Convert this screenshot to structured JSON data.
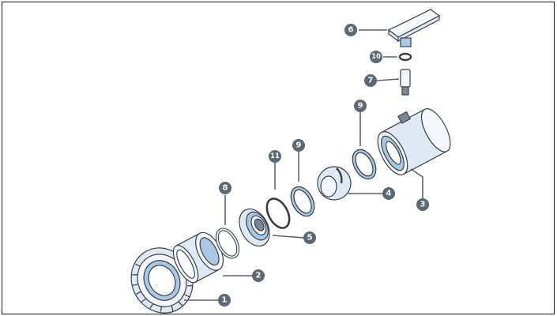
{
  "diagram": {
    "callouts": [
      {
        "id": "callout-1",
        "label": "1"
      },
      {
        "id": "callout-2",
        "label": "2"
      },
      {
        "id": "callout-3",
        "label": "3"
      },
      {
        "id": "callout-4",
        "label": "4"
      },
      {
        "id": "callout-5",
        "label": "5"
      },
      {
        "id": "callout-6",
        "label": "6"
      },
      {
        "id": "callout-7",
        "label": "7"
      },
      {
        "id": "callout-8",
        "label": "8"
      },
      {
        "id": "callout-9a",
        "label": "9"
      },
      {
        "id": "callout-9b",
        "label": "9"
      },
      {
        "id": "callout-10",
        "label": "10"
      },
      {
        "id": "callout-11",
        "label": "11"
      }
    ],
    "colors": {
      "badge": "#5e6775",
      "part_fill": "#dfe9f3",
      "part_accent": "#a9c8e4",
      "outline": "#3a3f47"
    }
  }
}
